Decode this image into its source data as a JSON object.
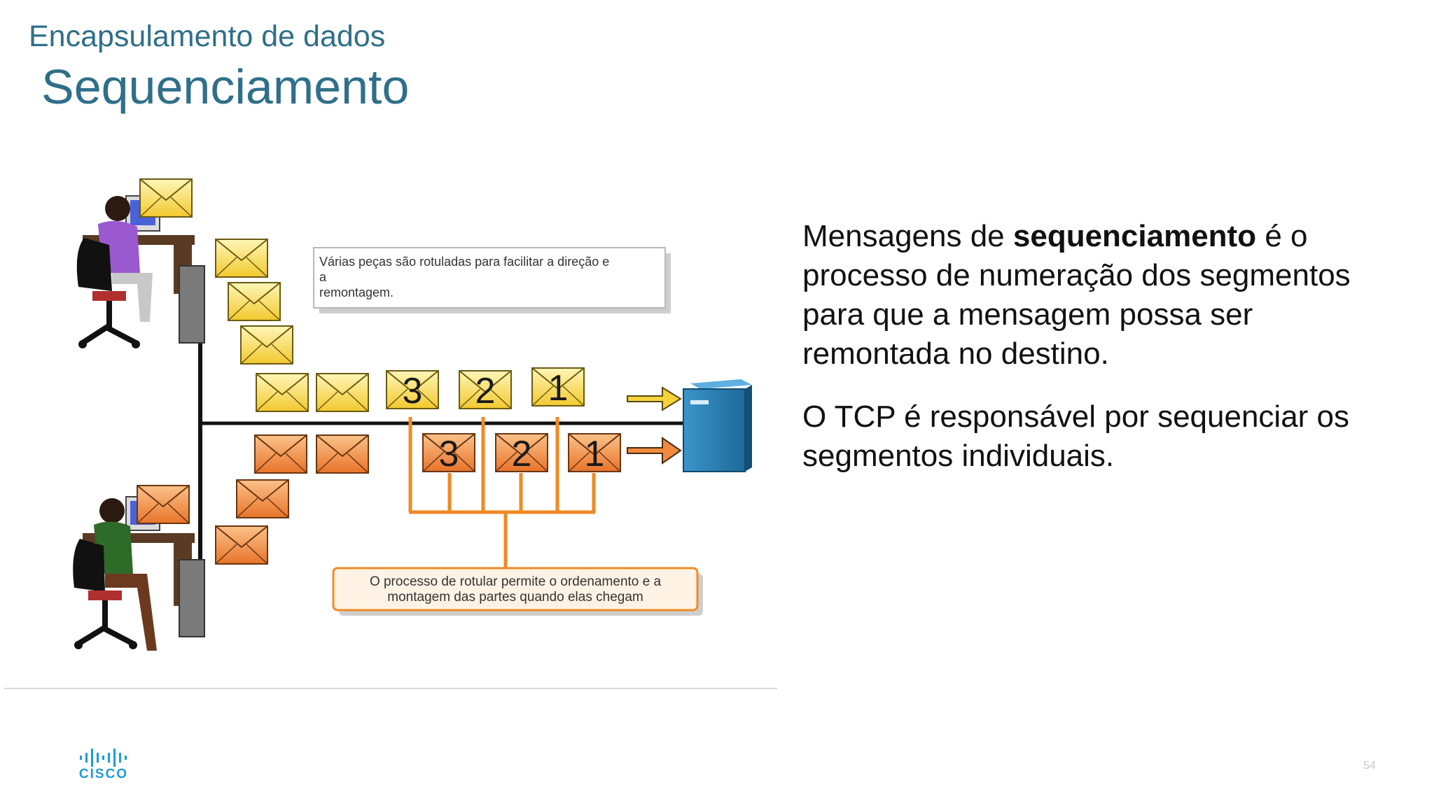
{
  "header": {
    "subtitle": "Encapsulamento de dados",
    "title": "Sequenciamento"
  },
  "figure": {
    "callout_top": [
      "Várias peças são rotuladas para facilitar a direção e",
      "a",
      "remontagem."
    ],
    "callout_bottom": [
      "O processo de rotular permite o ordenamento e a",
      "montagem das partes quando elas chegam"
    ],
    "top_row_numbers": [
      "3",
      "2",
      "1"
    ],
    "bottom_row_numbers": [
      "3",
      "2",
      "1"
    ],
    "colors": {
      "yellow_envelope": "#f5d33a",
      "orange_envelope": "#ef8a3c",
      "orange_line": "#f08a24",
      "server": "#2a7fb3"
    }
  },
  "body": {
    "p1_pre": "Mensagens de ",
    "p1_bold": "sequenciamento",
    "p1_post": " é o processo de numeração dos segmentos para que a mensagem possa ser remontada no destino.",
    "p2": "O TCP é responsável por sequenciar os segmentos individuais."
  },
  "footer": {
    "logo_text": "CISCO",
    "page_number": "54"
  }
}
